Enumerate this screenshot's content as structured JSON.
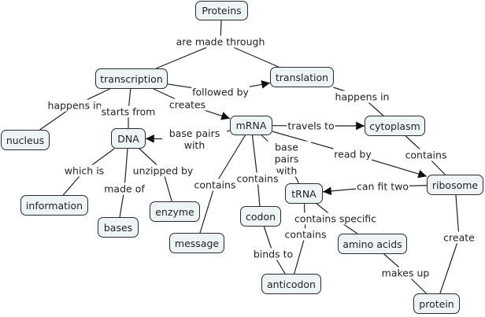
{
  "concept_map": {
    "title": "Proteins",
    "colors": {
      "node_fill": "#eef3f6",
      "node_border": "#2b2b2b",
      "line": "#222222",
      "text": "#222222"
    },
    "concepts": [
      {
        "id": "proteins",
        "label": "Proteins"
      },
      {
        "id": "transcription",
        "label": "transcription"
      },
      {
        "id": "translation",
        "label": "translation"
      },
      {
        "id": "nucleus",
        "label": "nucleus"
      },
      {
        "id": "dna",
        "label": "DNA"
      },
      {
        "id": "mrna",
        "label": "mRNA"
      },
      {
        "id": "cytoplasm",
        "label": "cytoplasm"
      },
      {
        "id": "information",
        "label": "information"
      },
      {
        "id": "bases",
        "label": "bases"
      },
      {
        "id": "enzyme",
        "label": "enzyme"
      },
      {
        "id": "message",
        "label": "message"
      },
      {
        "id": "codon",
        "label": "codon"
      },
      {
        "id": "trna",
        "label": "tRNA"
      },
      {
        "id": "ribosome",
        "label": "ribosome"
      },
      {
        "id": "amino_acids",
        "label": "amino acids"
      },
      {
        "id": "anticodon",
        "label": "anticodon"
      },
      {
        "id": "protein",
        "label": "protein"
      }
    ],
    "linking_phrases": [
      {
        "id": "lp_made_through",
        "label": "are made through",
        "from": [
          "proteins"
        ],
        "to": [
          "transcription",
          "translation"
        ],
        "arrow": false
      },
      {
        "id": "lp_followed_by",
        "label": "followed by",
        "from": [
          "transcription"
        ],
        "to": [
          "translation"
        ],
        "arrow": true
      },
      {
        "id": "lp_happens_in_1",
        "label": "happens in",
        "from": [
          "transcription"
        ],
        "to": [
          "nucleus"
        ],
        "arrow": false
      },
      {
        "id": "lp_starts_from",
        "label": "starts from",
        "from": [
          "transcription"
        ],
        "to": [
          "dna"
        ],
        "arrow": false
      },
      {
        "id": "lp_creates",
        "label": "creates",
        "from": [
          "transcription"
        ],
        "to": [
          "mrna"
        ],
        "arrow": true
      },
      {
        "id": "lp_happens_in_2",
        "label": "happens in",
        "from": [
          "translation"
        ],
        "to": [
          "cytoplasm"
        ],
        "arrow": false
      },
      {
        "id": "lp_base_pairs_1",
        "label": "base pairs with",
        "from": [
          "mrna"
        ],
        "to": [
          "dna"
        ],
        "arrow": true
      },
      {
        "id": "lp_travels_to",
        "label": "travels to",
        "from": [
          "mrna"
        ],
        "to": [
          "cytoplasm"
        ],
        "arrow": true
      },
      {
        "id": "lp_read_by",
        "label": "read by",
        "from": [
          "mrna"
        ],
        "to": [
          "ribosome"
        ],
        "arrow": true
      },
      {
        "id": "lp_base_pairs_2",
        "label": "base pairs with",
        "from": [
          "mrna"
        ],
        "to": [
          "trna"
        ],
        "arrow": false
      },
      {
        "id": "lp_contains_msg",
        "label": "contains",
        "from": [
          "mrna"
        ],
        "to": [
          "message"
        ],
        "arrow": false
      },
      {
        "id": "lp_contains_codon",
        "label": "contains",
        "from": [
          "mrna"
        ],
        "to": [
          "codon"
        ],
        "arrow": false
      },
      {
        "id": "lp_which_is",
        "label": "which is",
        "from": [
          "dna"
        ],
        "to": [
          "information"
        ],
        "arrow": false
      },
      {
        "id": "lp_made_of",
        "label": "made of",
        "from": [
          "dna"
        ],
        "to": [
          "bases"
        ],
        "arrow": false
      },
      {
        "id": "lp_unzipped_by",
        "label": "unzipped by",
        "from": [
          "dna"
        ],
        "to": [
          "enzyme"
        ],
        "arrow": false
      },
      {
        "id": "lp_contains_ribo",
        "label": "contains",
        "from": [
          "cytoplasm"
        ],
        "to": [
          "ribosome"
        ],
        "arrow": false
      },
      {
        "id": "lp_can_fit_two",
        "label": "can fit two",
        "from": [
          "ribosome"
        ],
        "to": [
          "trna"
        ],
        "arrow": true
      },
      {
        "id": "lp_create",
        "label": "create",
        "from": [
          "ribosome"
        ],
        "to": [
          "protein"
        ],
        "arrow": false
      },
      {
        "id": "lp_contains_specific",
        "label": "contains specific",
        "from": [
          "trna"
        ],
        "to": [
          "amino_acids"
        ],
        "arrow": false
      },
      {
        "id": "lp_contains_anti",
        "label": "contains",
        "from": [
          "trna"
        ],
        "to": [
          "anticodon"
        ],
        "arrow": false
      },
      {
        "id": "lp_binds_to",
        "label": "binds to",
        "from": [
          "codon"
        ],
        "to": [
          "anticodon"
        ],
        "arrow": false
      },
      {
        "id": "lp_makes_up",
        "label": "makes up",
        "from": [
          "amino_acids"
        ],
        "to": [
          "protein"
        ],
        "arrow": false
      }
    ]
  }
}
